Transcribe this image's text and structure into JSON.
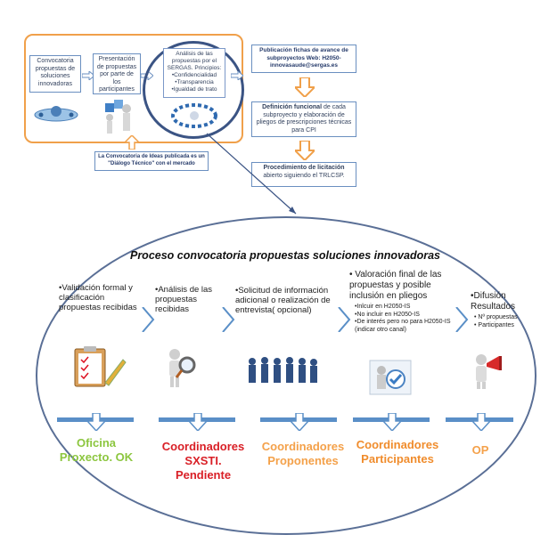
{
  "top": {
    "box1": "Convocatoria propuestas de soluciones innovadoras",
    "box2": "Presentación de propuestas por parte de los participantes",
    "box3_title": "Análisis de las propuestas por el SERGAS. Principios:",
    "box3_items": [
      "•Confidencialidad",
      "•Transparencia",
      "•Igualdad de trato"
    ],
    "note": "La Convocatoria de Ideas publicada es un \"Diálogo Técnico\" con el mercado",
    "right1": "Publicación fichas de avance de subproyectos Web: H2050-innovasaude@sergas.es",
    "right2_bold": "Definición funcional",
    "right2_rest": " de cada subproyecto y elaboración de pliegos de prescripciones técnicas para CPI",
    "right3_bold": "Procedimiento de licitación",
    "right3_rest": " abierto siguiendo el TRLCSP."
  },
  "process": {
    "title": "Proceso convocatoria propuestas soluciones innovadoras",
    "col1": "•Validación formal y clasificación propuestas recibidas",
    "col2": "•Análisis de las propuestas recibidas",
    "col3": "•Solicitud de información adicional o realización de entrevista( opcional)",
    "col4_title": "• Valoración final de las propuestas y posible inclusión en pliegos",
    "col4_items": [
      "•Inlcuir en H2050-IS",
      "•No incluir en H2050-IS",
      "•De interés pero no para H2050-IS (indicar otro canal)"
    ],
    "col5_title": "•Difusión Resultados",
    "col5_items": [
      "• Nº propuestas",
      "• Participantes"
    ]
  },
  "roles": [
    {
      "line1": "Oficina",
      "line2": "Proxecto. OK",
      "line3": "",
      "color": "#8cc63f"
    },
    {
      "line1": "Coordinadores",
      "line2": "SXSTI.",
      "line3": "Pendiente",
      "color": "#d91f26"
    },
    {
      "line1": "Coordinadores",
      "line2": "Proponentes",
      "line3": "",
      "color": "#f4a14a"
    },
    {
      "line1": "Coordinadores",
      "line2": "Participantes",
      "line3": "",
      "color": "#f08c2c"
    },
    {
      "line1": "OP",
      "line2": "",
      "line3": "",
      "color": "#f4a14a"
    }
  ],
  "colors": {
    "accent_blue": "#5a8fc7",
    "orange": "#f0a04a",
    "navy": "#3b5484"
  }
}
